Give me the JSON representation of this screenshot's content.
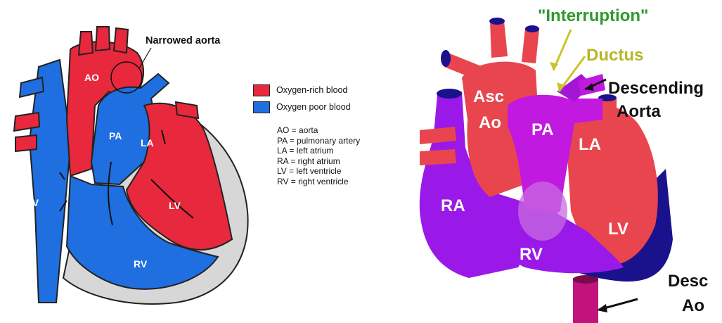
{
  "left_diagram": {
    "callout": "Narrowed aorta",
    "labels": {
      "ao": "AO",
      "pa": "PA",
      "la": "LA",
      "lv": "LV",
      "rv_left": "RV",
      "rv_bottom": "RV"
    }
  },
  "legend": {
    "items": [
      {
        "label": "Oxygen-rich blood",
        "color": "#e8283c"
      },
      {
        "label": "Oxygen poor blood",
        "color": "#1f6fe0"
      }
    ],
    "abbreviations": [
      "AO = aorta",
      "PA = pulmonary artery",
      "LA = left atrium",
      "RA = right atrium",
      "LV = left ventricle",
      "RV = right ventricle"
    ]
  },
  "right_diagram": {
    "labels": {
      "interruption": "\"Interruption\"",
      "ductus": "Ductus",
      "descending_line1": "Descending",
      "descending_line2": "Aorta",
      "asc_line1": "Asc",
      "asc_line2": "Ao",
      "pa": "PA",
      "la": "LA",
      "ra": "RA",
      "lv": "LV",
      "rv": "RV",
      "desc_line1": "Desc",
      "desc_line2": "Ao"
    },
    "colors": {
      "interruption": "#2e9a2e",
      "ductus": "#b7b52a",
      "red_blood": "#e8454f",
      "purple_blood": "#9a19e8"
    }
  }
}
